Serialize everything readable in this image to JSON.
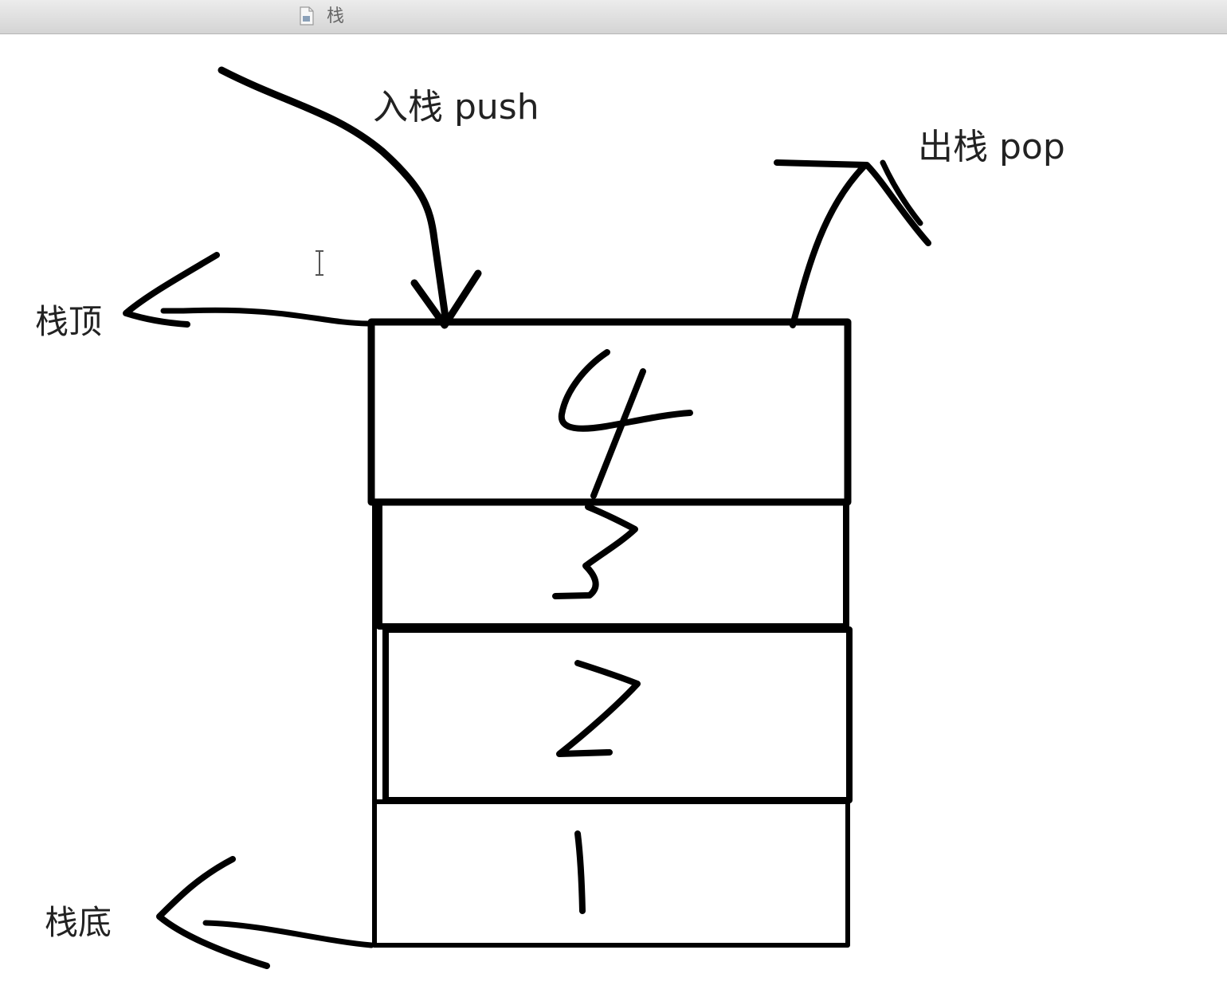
{
  "window": {
    "title": "栈"
  },
  "labels": {
    "push": "入栈 push",
    "pop": "出栈 pop",
    "stack_top": "栈顶",
    "stack_bottom": "栈底"
  },
  "stack": {
    "items": [
      "4",
      "3",
      "2",
      "1"
    ]
  },
  "icons": {
    "document": "document-icon",
    "cursor": "text-cursor-icon"
  }
}
